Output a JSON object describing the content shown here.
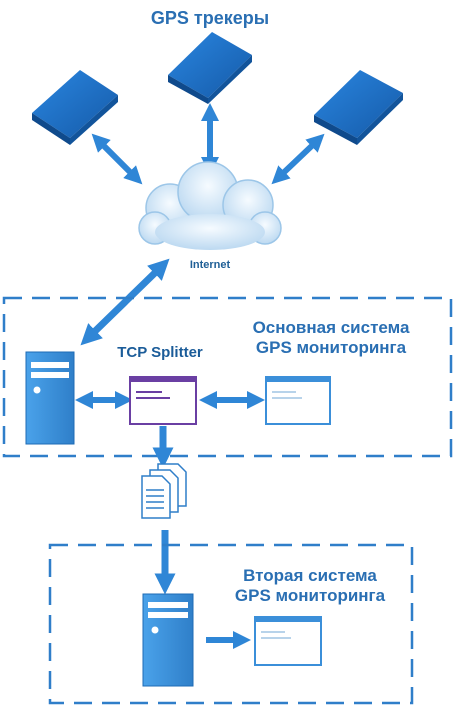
{
  "labels": {
    "title": "GPS трекеры",
    "internet": "Internet",
    "tcp_splitter": "TCP Splitter",
    "primary_line1": "Основная система",
    "primary_line2": "GPS мониторинга",
    "secondary_line1": "Вторая система",
    "secondary_line2": "GPS мониторинга"
  },
  "colors": {
    "arrow": "#2f86d6",
    "device": "#1f6fc0",
    "server": "#3b8fd9",
    "dash_border": "#2f7ec9",
    "splitter_border": "#6a3fa3",
    "text": "#2a6fb3"
  },
  "icons": [
    "gps-tracker-icon",
    "cloud-icon",
    "server-icon",
    "window-icon",
    "documents-icon"
  ]
}
